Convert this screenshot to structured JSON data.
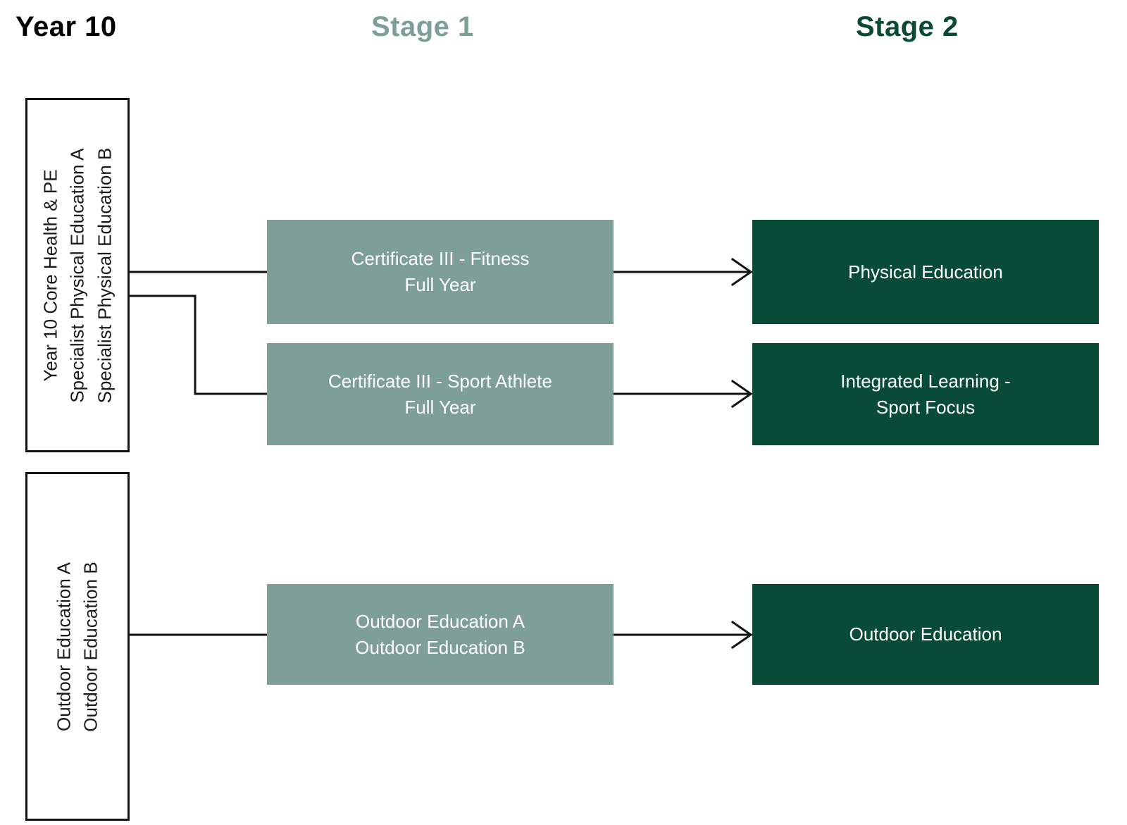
{
  "headings": {
    "year10": "Year 10",
    "stage1": "Stage 1",
    "stage2": "Stage 2"
  },
  "colors": {
    "stage1_fill": "#7E9E98",
    "stage2_fill": "#084C38",
    "heading_year10": "#000000",
    "heading_stage1": "#7E9E98",
    "heading_stage2": "#0A4A37",
    "line": "#121212",
    "box_text": "#FFFFFF",
    "background": "#FFFFFF"
  },
  "year10": {
    "boxes": [
      {
        "id": "pe",
        "lines": [
          "Year 10 Core Health & PE",
          "Specialist Physical Education A",
          "Specialist Physical Education B"
        ]
      },
      {
        "id": "outdoor",
        "lines": [
          "Outdoor Education A",
          "Outdoor Education B"
        ]
      }
    ]
  },
  "stage1": {
    "boxes": [
      {
        "id": "fitness",
        "line1": "Certificate III - Fitness",
        "line2": "Full Year"
      },
      {
        "id": "athlete",
        "line1": "Certificate III - Sport Athlete",
        "line2": "Full Year"
      },
      {
        "id": "outdoor",
        "line1": "Outdoor Education A",
        "line2": "Outdoor Education B"
      }
    ]
  },
  "stage2": {
    "boxes": [
      {
        "id": "pe",
        "line1": "Physical Education",
        "line2": ""
      },
      {
        "id": "integrated",
        "line1": "Integrated Learning -",
        "line2": "Sport Focus"
      },
      {
        "id": "outdoor",
        "line1": "Outdoor Education",
        "line2": ""
      }
    ]
  },
  "flow": {
    "connections": [
      {
        "from": "year10-pe",
        "to": "stage1-fitness",
        "arrow": false
      },
      {
        "from": "year10-pe",
        "to": "stage1-athlete",
        "arrow": false
      },
      {
        "from": "year10-outdoor",
        "to": "stage1-outdoor",
        "arrow": false
      },
      {
        "from": "stage1-fitness",
        "to": "stage2-pe",
        "arrow": true
      },
      {
        "from": "stage1-athlete",
        "to": "stage2-integrated",
        "arrow": true
      },
      {
        "from": "stage1-outdoor",
        "to": "stage2-outdoor",
        "arrow": true
      }
    ]
  }
}
